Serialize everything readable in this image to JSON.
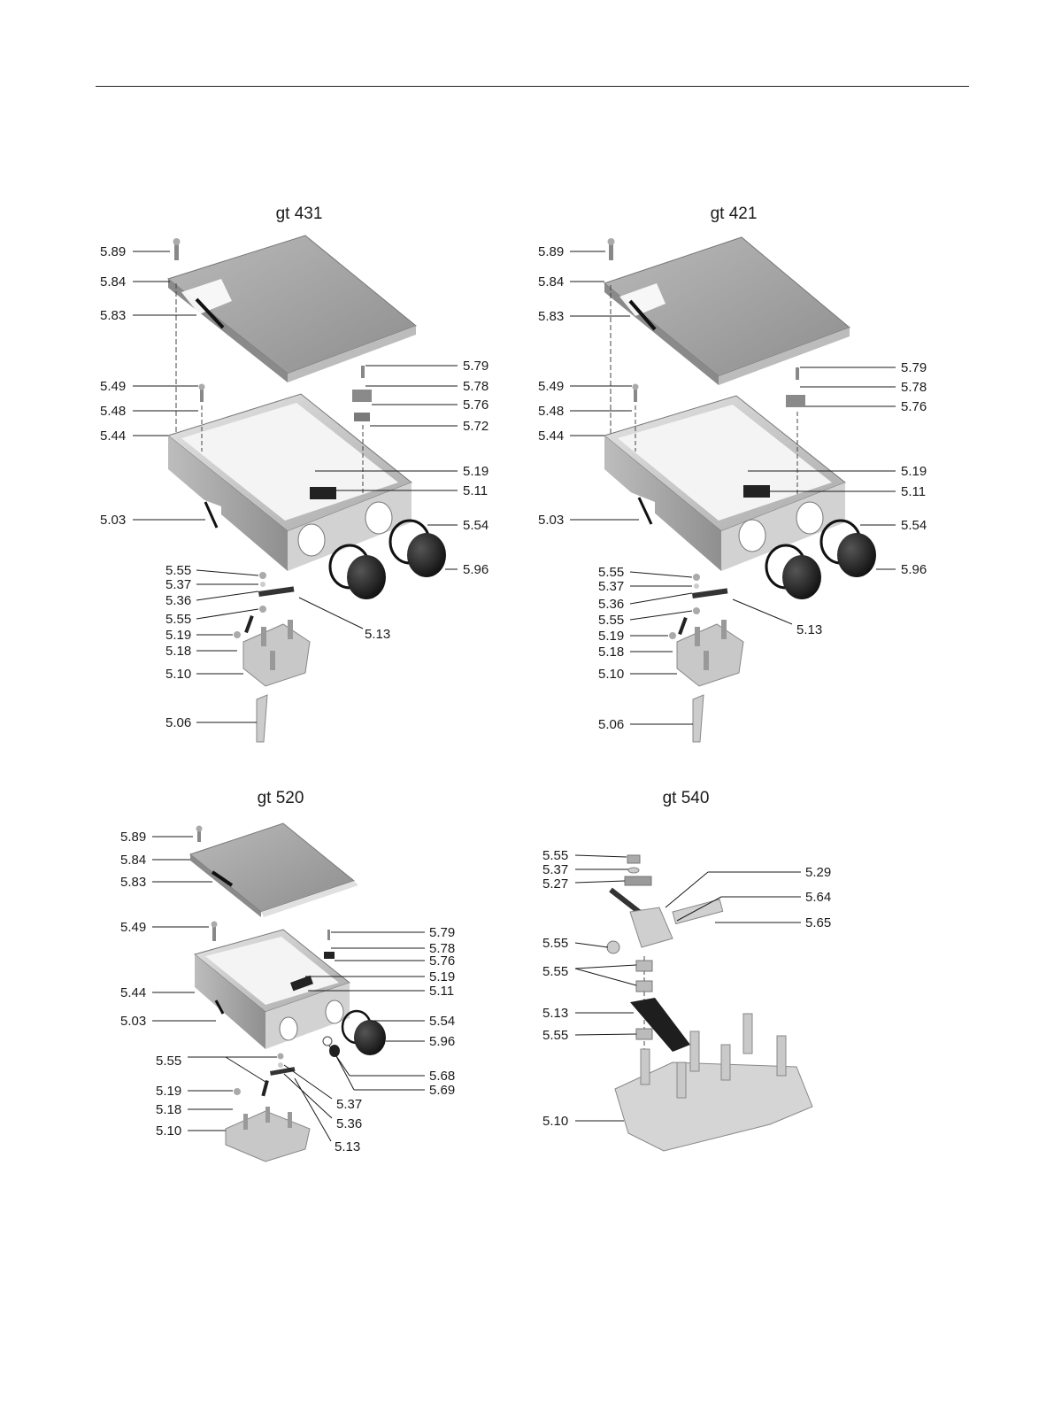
{
  "panels": [
    {
      "id": "gt431",
      "title": "gt 431",
      "labels": [
        "5.89",
        "5.84",
        "5.83",
        "5.49",
        "5.48",
        "5.44",
        "5.03",
        "5.79",
        "5.78",
        "5.76",
        "5.72",
        "5.19",
        "5.11",
        "5.54",
        "5.96",
        "5.55",
        "5.37",
        "5.36",
        "5.55",
        "5.19",
        "5.18",
        "5.10",
        "5.06",
        "5.13"
      ]
    },
    {
      "id": "gt421",
      "title": "gt 421",
      "labels": [
        "5.89",
        "5.84",
        "5.83",
        "5.49",
        "5.48",
        "5.44",
        "5.03",
        "5.79",
        "5.78",
        "5.76",
        "5.19",
        "5.11",
        "5.54",
        "5.96",
        "5.55",
        "5.37",
        "5.36",
        "5.55",
        "5.19",
        "5.18",
        "5.10",
        "5.06",
        "5.13"
      ]
    },
    {
      "id": "gt520",
      "title": "gt 520",
      "labels": [
        "5.89",
        "5.84",
        "5.83",
        "5.49",
        "5.44",
        "5.03",
        "5.79",
        "5.78",
        "5.76",
        "5.19",
        "5.11",
        "5.54",
        "5.96",
        "5.68",
        "5.69",
        "5.55",
        "5.19",
        "5.18",
        "5.10",
        "5.37",
        "5.36",
        "5.13"
      ]
    },
    {
      "id": "gt540",
      "title": "gt 540",
      "labels": [
        "5.55",
        "5.37",
        "5.27",
        "5.29",
        "5.64",
        "5.65",
        "5.55",
        "5.55",
        "5.13",
        "5.55",
        "5.10"
      ]
    }
  ],
  "colors": {
    "housing": "#cfcfcf",
    "housing_dark": "#9c9c9c",
    "lid": "#a9a9a9",
    "cap": "#222222",
    "line": "#1a1a1a"
  }
}
